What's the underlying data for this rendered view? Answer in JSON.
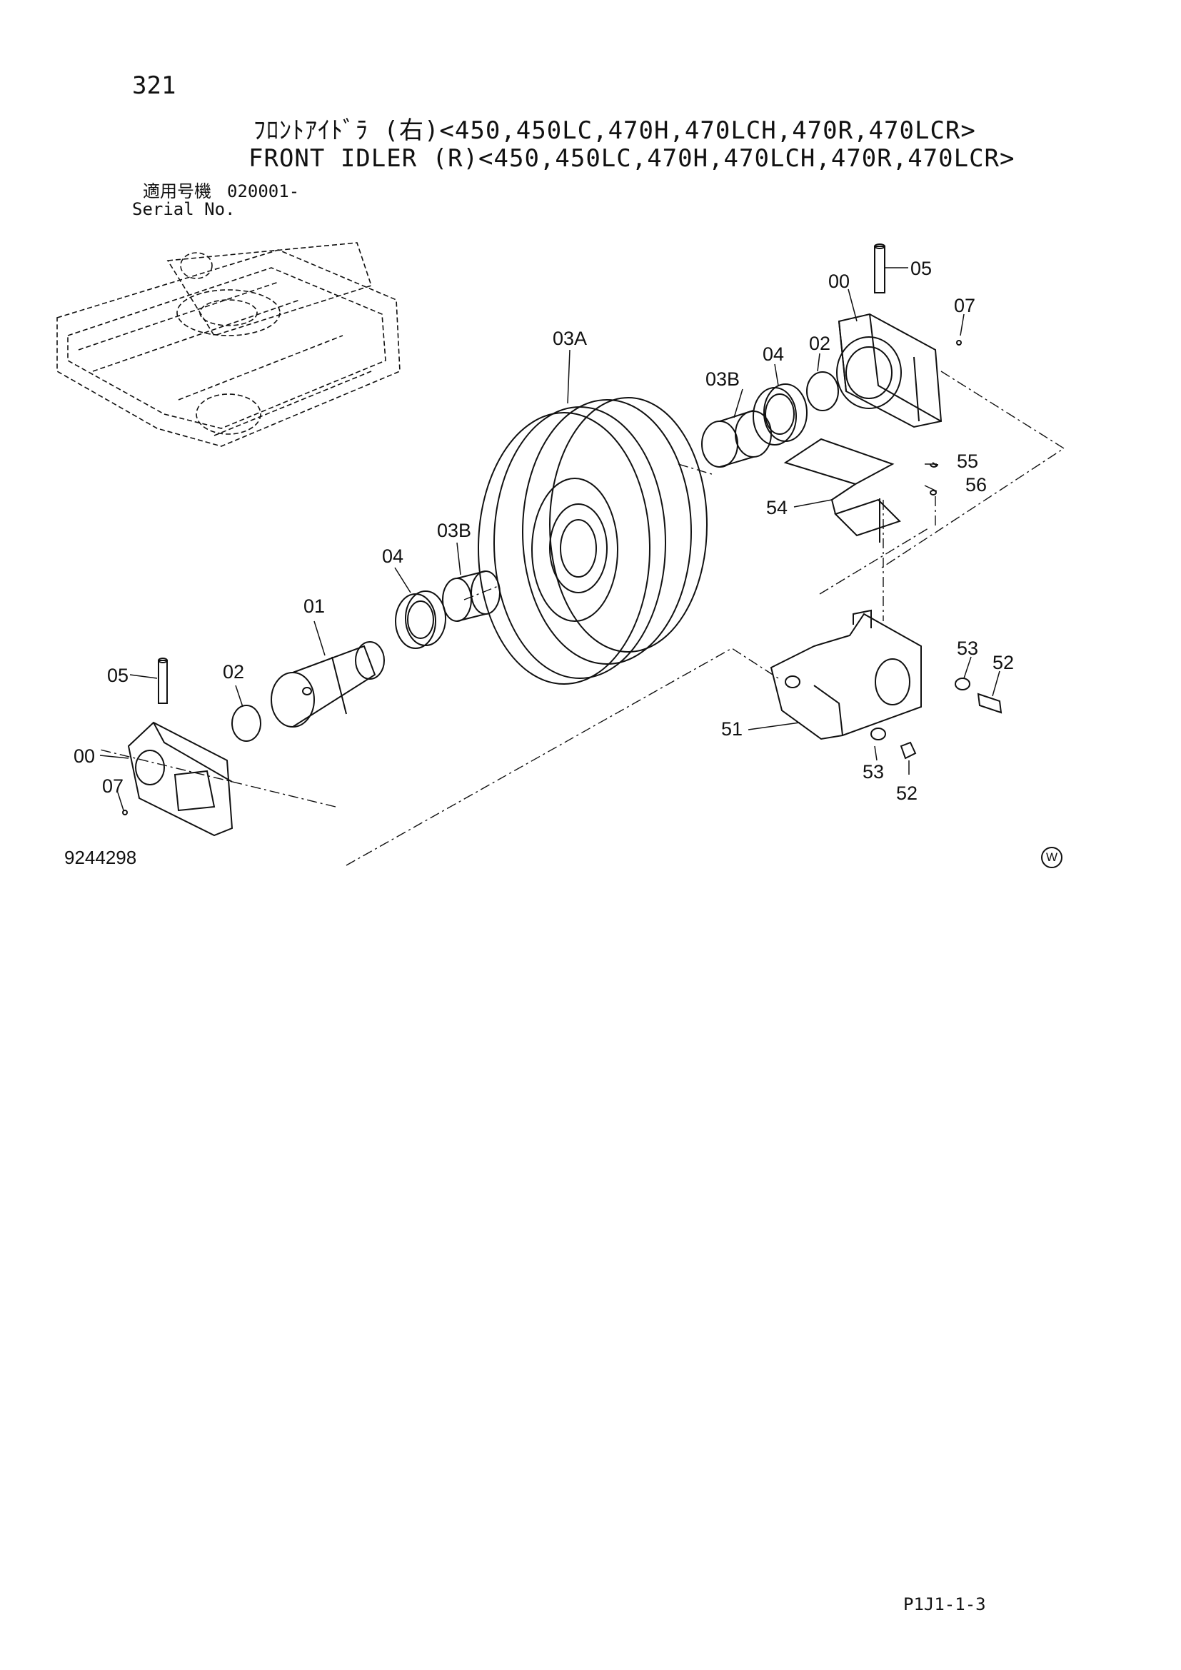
{
  "header": {
    "page_number": "321",
    "title_jp": "ﾌﾛﾝﾄｱｲﾄﾞﾗ (右)<450,450LC,470H,470LCH,470R,470LCR>",
    "title_en": "FRONT IDLER (R)<450,450LC,470H,470LCH,470R,470LCR>",
    "serial_label_jp": "適用号機",
    "serial_label_en": "Serial No.",
    "serial_value": "020001-"
  },
  "diagram": {
    "callouts": [
      "05",
      "00",
      "07",
      "03A",
      "04",
      "02",
      "03B",
      "55",
      "56",
      "54",
      "03B",
      "04",
      "01",
      "05",
      "02",
      "53",
      "52",
      "51",
      "00",
      "07",
      "53",
      "52"
    ]
  },
  "footer": {
    "figure_number": "9244298",
    "watermark": "W",
    "page_code": "P1J1-1-3"
  }
}
